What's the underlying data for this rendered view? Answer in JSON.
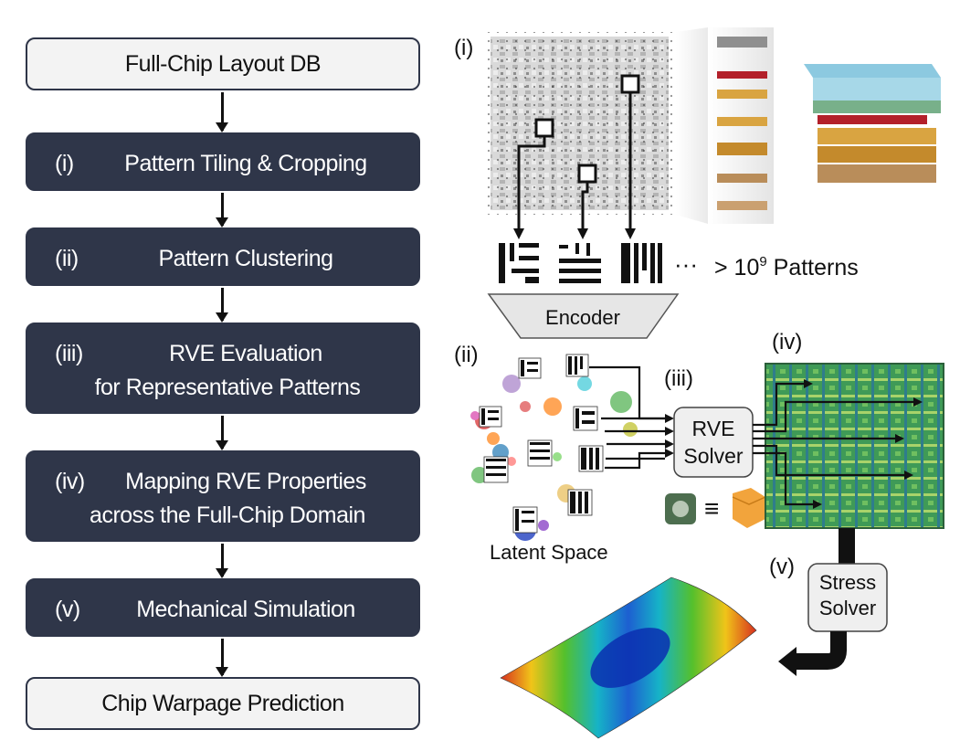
{
  "flow": {
    "start": "Full-Chip Layout DB",
    "steps": [
      {
        "num": "(i)",
        "line1": "Pattern Tiling & Cropping",
        "line2": ""
      },
      {
        "num": "(ii)",
        "line1": "Pattern Clustering",
        "line2": ""
      },
      {
        "num": "(iii)",
        "line1": "RVE Evaluation",
        "line2": "for Representative Patterns"
      },
      {
        "num": "(iv)",
        "line1": "Mapping RVE Properties",
        "line2": "across the Full-Chip Domain"
      },
      {
        "num": "(v)",
        "line1": "Mechanical Simulation",
        "line2": ""
      }
    ],
    "end": "Chip Warpage Prediction"
  },
  "illustration": {
    "label_i": "(i)",
    "label_ii": "(ii)",
    "label_iii": "(iii)",
    "label_iv": "(iv)",
    "label_v": "(v)",
    "ellipsis": "···",
    "patterns_prefix": "> 10",
    "patterns_exp": "9",
    "patterns_suffix": " Patterns",
    "encoder": "Encoder",
    "latent_space": "Latent Space",
    "rve_solver_line1": "RVE",
    "rve_solver_line2": "Solver",
    "equiv": "≡",
    "stress_solver_line1": "Stress",
    "stress_solver_line2": "Solver"
  },
  "colors": {
    "dark_box": "#2f3649",
    "light_box": "#f3f3f3",
    "copper": "#d9a441",
    "red_layer": "#b3202a",
    "heatmap_green": "#3f9a57",
    "cube_orange": "#f2a43c"
  }
}
